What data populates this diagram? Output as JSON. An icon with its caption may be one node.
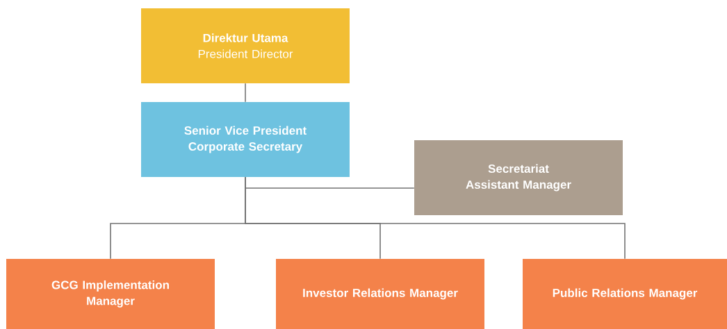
{
  "diagram": {
    "nodes": [
      {
        "text": [
          "Direktur Utama",
          "President Director"
        ]
      },
      {
        "text": [
          "Senior Vice President Corporate Secretary"
        ]
      },
      {
        "text": [
          "Secretariat Assistant Manager"
        ]
      },
      {
        "text": [
          "GCG Implementation Manager"
        ]
      },
      {
        "text": [
          "Investor Relations Manager"
        ]
      },
      {
        "text": [
          "Public Relations Manager"
        ]
      }
    ],
    "edges": [
      {
        "from": 0,
        "to": 1,
        "arrow": "none"
      },
      {
        "from": 1,
        "to": 2,
        "arrow": "none"
      },
      {
        "from": 1,
        "to": 3,
        "arrow": "none"
      },
      {
        "from": 1,
        "to": 4,
        "arrow": "none"
      },
      {
        "from": 1,
        "to": 5,
        "arrow": "none"
      }
    ]
  }
}
